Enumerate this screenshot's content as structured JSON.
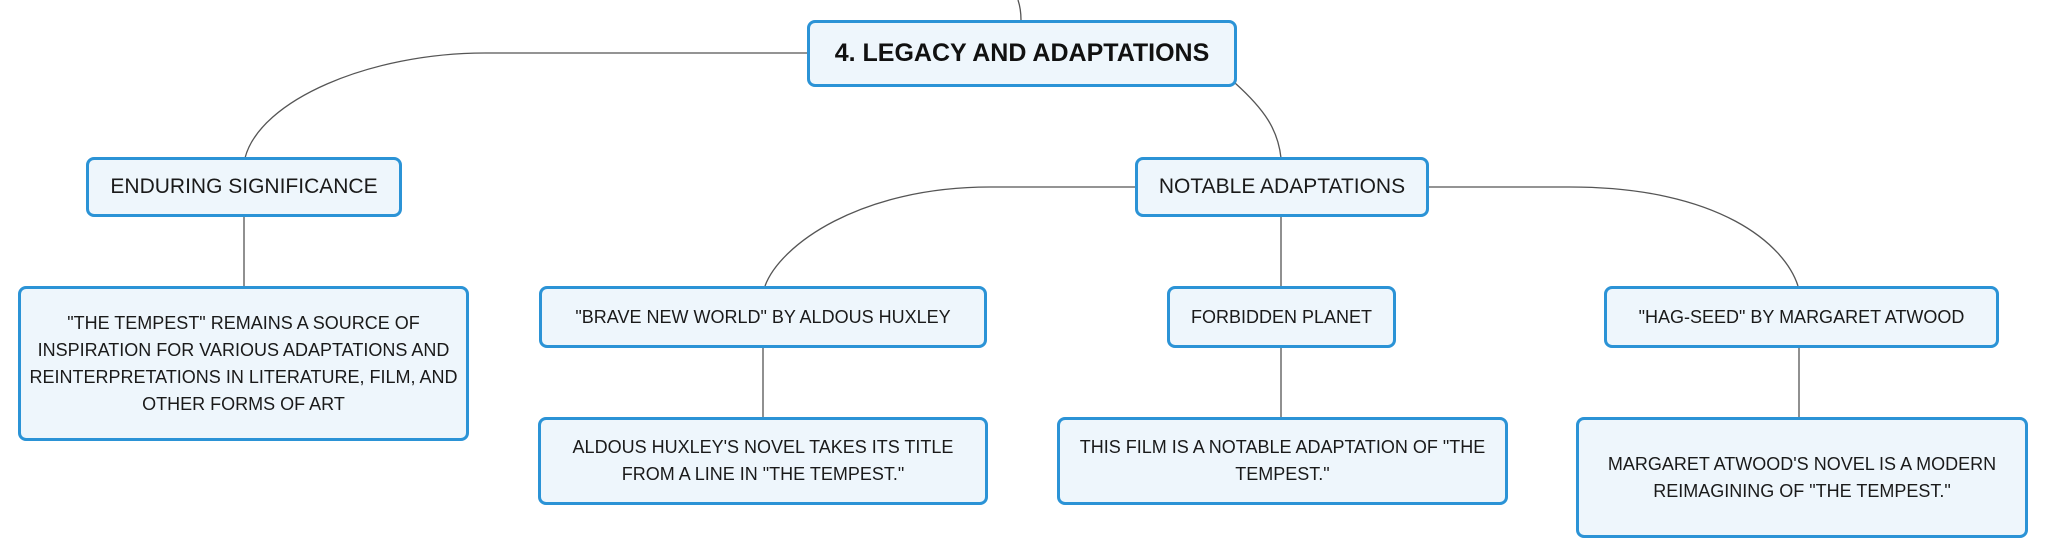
{
  "colors": {
    "node_fill": "#eef6fc",
    "node_border": "#2b93d6",
    "connector": "#555555"
  },
  "root": {
    "label": "4. LEGACY AND ADAPTATIONS"
  },
  "enduring": {
    "label": "ENDURING SIGNIFICANCE",
    "detail": "\"THE TEMPEST\" REMAINS A SOURCE OF INSPIRATION FOR VARIOUS ADAPTATIONS AND REINTERPRETATIONS IN LITERATURE, FILM, AND OTHER FORMS OF ART"
  },
  "adaptations": {
    "label": "NOTABLE ADAPTATIONS",
    "items": [
      {
        "label": "\"BRAVE NEW WORLD\" BY ALDOUS HUXLEY",
        "detail": "ALDOUS HUXLEY'S NOVEL TAKES ITS TITLE FROM A LINE IN \"THE TEMPEST.\""
      },
      {
        "label": "FORBIDDEN PLANET",
        "detail": "THIS FILM IS A NOTABLE ADAPTATION OF \"THE TEMPEST.\""
      },
      {
        "label": "\"HAG-SEED\" BY MARGARET ATWOOD",
        "detail": "MARGARET ATWOOD'S NOVEL IS A MODERN REIMAGINING OF \"THE TEMPEST.\""
      }
    ]
  }
}
